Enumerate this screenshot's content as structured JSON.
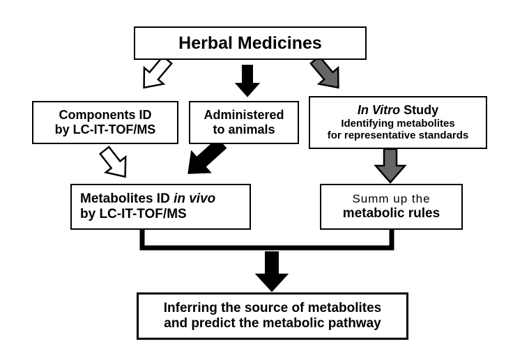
{
  "boxes": {
    "herbal": {
      "text": "Herbal Medicines"
    },
    "components": {
      "line1": "Components ID",
      "line2": "by LC-IT-TOF/MS"
    },
    "administered": {
      "line1": "Administered",
      "line2": "to animals"
    },
    "invitro": {
      "line1_italic": "In Vitro",
      "line1_rest": " Study",
      "line2": "Identifying metabolites",
      "line3": "for representative standards"
    },
    "metabolites": {
      "line1_main": "Metabolites ID ",
      "line1_italic": "in vivo",
      "line2": "by LC-IT-TOF/MS"
    },
    "summup": {
      "line1": "Summ up the",
      "line2": "metabolic rules"
    },
    "inferring": {
      "line1": "Inferring the source of metabolites",
      "line2": "and predict the metabolic pathway"
    }
  },
  "colors": {
    "stroke": "#000000",
    "black_arrow": "#000000",
    "gray_arrow": "#666666",
    "white_arrow": "#ffffff"
  }
}
